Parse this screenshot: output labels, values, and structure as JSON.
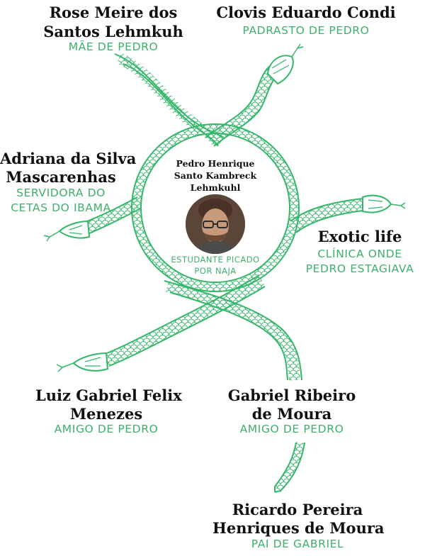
{
  "colors": {
    "snake": "#35b66a",
    "role_text": "#3fb06c",
    "name_text": "#111111"
  },
  "center": {
    "name_lines": [
      "Pedro Henrique",
      "Santo Kambreck",
      "Lehmkuhl"
    ],
    "role_lines": [
      "ESTUDANTE PICADO",
      "POR NAJA"
    ]
  },
  "people": {
    "rose": {
      "name_lines": [
        "Rose Meire dos",
        "Santos Lehmkuh"
      ],
      "role_lines": [
        "MÃE DE PEDRO"
      ]
    },
    "clovis": {
      "name_lines": [
        "Clovis Eduardo Condi"
      ],
      "role_lines": [
        "PADRASTO DE PEDRO"
      ]
    },
    "adriana": {
      "name_lines": [
        "Adriana da Silva",
        "Mascarenhas"
      ],
      "role_lines": [
        "SERVIDORA DO",
        "CETAS DO IBAMA"
      ]
    },
    "exotic": {
      "name_lines": [
        "Exotic life"
      ],
      "role_lines": [
        "CLÍNICA ONDE",
        "PEDRO ESTAGIAVA"
      ]
    },
    "luiz": {
      "name_lines": [
        "Luiz Gabriel Felix",
        "Menezes"
      ],
      "role_lines": [
        "AMIGO DE PEDRO"
      ]
    },
    "gabriel": {
      "name_lines": [
        "Gabriel Ribeiro",
        "de Moura"
      ],
      "role_lines": [
        "AMIGO DE PEDRO"
      ]
    },
    "ricardo": {
      "name_lines": [
        "Ricardo Pereira",
        "Henriques de Moura"
      ],
      "role_lines": [
        "PAI DE GABRIEL"
      ]
    }
  }
}
